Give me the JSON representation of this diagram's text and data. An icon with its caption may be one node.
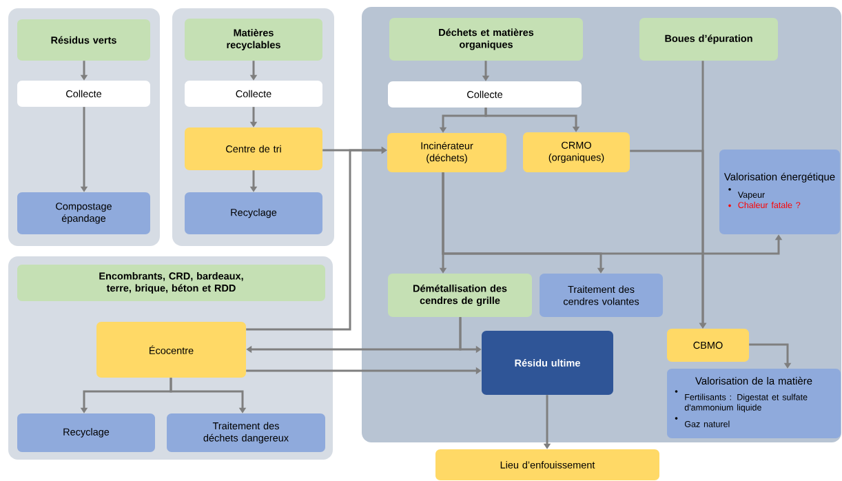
{
  "diagram": {
    "nodes": [
      {
        "text": [],
        "shape": "box"
      },
      {
        "text": [
          "Résidus verts"
        ],
        "in": 0
      },
      {
        "text": [
          "Collecte"
        ],
        "in": 0
      },
      {
        "text": [
          "Compostage épandage"
        ],
        "in": 0
      },
      {
        "text": [],
        "shape": "box"
      },
      {
        "text": [
          "Matières recyclables"
        ],
        "in": 4
      },
      {
        "text": [
          "Collecte"
        ],
        "in": 4
      },
      {
        "text": [
          "Centre de tri"
        ],
        "in": 4
      },
      {
        "text": [
          "Recyclage"
        ],
        "in": 4
      },
      {
        "text": [],
        "shape": "box"
      },
      {
        "text": [
          "Déchets et matières organiques"
        ],
        "in": 9
      },
      {
        "text": [
          "Boues d’épuration"
        ],
        "in": 9
      },
      {
        "text": [
          "Collecte"
        ],
        "in": 9
      },
      {
        "text": [
          "Incinérateur (déchets)"
        ],
        "in": 9
      },
      {
        "text": [
          "CRMO (organiques)"
        ],
        "in": 9
      },
      {
        "text": [
          "Valorisation énergétique",
          "Vapeur",
          "Chaleur fatale ?"
        ],
        "in": 9
      },
      {
        "text": [
          "Démétallisation des cendres de grille"
        ],
        "in": 9
      },
      {
        "text": [
          "Traitement des cendres volantes"
        ],
        "in": 9
      },
      {
        "text": [
          "CBMO"
        ],
        "in": 9
      },
      {
        "text": [
          "Résidu ultime"
        ],
        "in": 9
      },
      {
        "text": [
          "Valorisation de la matière",
          "Fertilisants : Digestat et sulfate d'ammonium liquide",
          "Gaz naturel"
        ],
        "in": 9
      },
      {
        "text": [],
        "shape": "box"
      },
      {
        "text": [
          "Encombrants, CRD, bardeaux, terre, brique, béton et RDD"
        ],
        "in": 21
      },
      {
        "text": [
          "Écocentre"
        ],
        "in": 21
      },
      {
        "text": [
          "Recyclage"
        ],
        "in": 21
      },
      {
        "text": [
          "Traitement des déchets dangereux"
        ],
        "in": 21
      },
      {
        "text": [
          "Lieu d’enfouissement"
        ]
      }
    ],
    "edges": [
      {
        "from": 1,
        "to": 2,
        "arrow": "to"
      },
      {
        "from": 2,
        "to": 3,
        "arrow": "to"
      },
      {
        "from": 5,
        "to": 6,
        "arrow": "to"
      },
      {
        "from": 6,
        "to": 7,
        "arrow": "to"
      },
      {
        "from": 7,
        "to": 8,
        "arrow": "to"
      },
      {
        "from": 10,
        "to": 12,
        "arrow": "to"
      },
      {
        "from": 12,
        "to": 13,
        "arrow": "to"
      },
      {
        "from": 12,
        "to": 14,
        "arrow": "to"
      },
      {
        "from": 7,
        "to": 13,
        "arrow": "to"
      },
      {
        "from": 23,
        "to": 13,
        "arrow": "to"
      },
      {
        "from": 14,
        "to": 18,
        "arrow": "to"
      },
      {
        "from": 11,
        "to": 18,
        "arrow": "to"
      },
      {
        "from": 13,
        "to": 16,
        "arrow": "to"
      },
      {
        "from": 13,
        "to": 17,
        "arrow": "to"
      },
      {
        "from": 13,
        "to": 15,
        "arrow": "to"
      },
      {
        "from": 16,
        "to": 23,
        "arrow": "to"
      },
      {
        "from": 16,
        "to": 19,
        "arrow": "to"
      },
      {
        "from": 23,
        "to": 19,
        "arrow": "to"
      },
      {
        "from": 19,
        "to": 26,
        "arrow": "to"
      },
      {
        "from": 23,
        "to": 24,
        "arrow": "to"
      },
      {
        "from": 23,
        "to": 25,
        "arrow": "to"
      },
      {
        "from": 18,
        "to": 20,
        "arrow": "to"
      }
    ]
  }
}
